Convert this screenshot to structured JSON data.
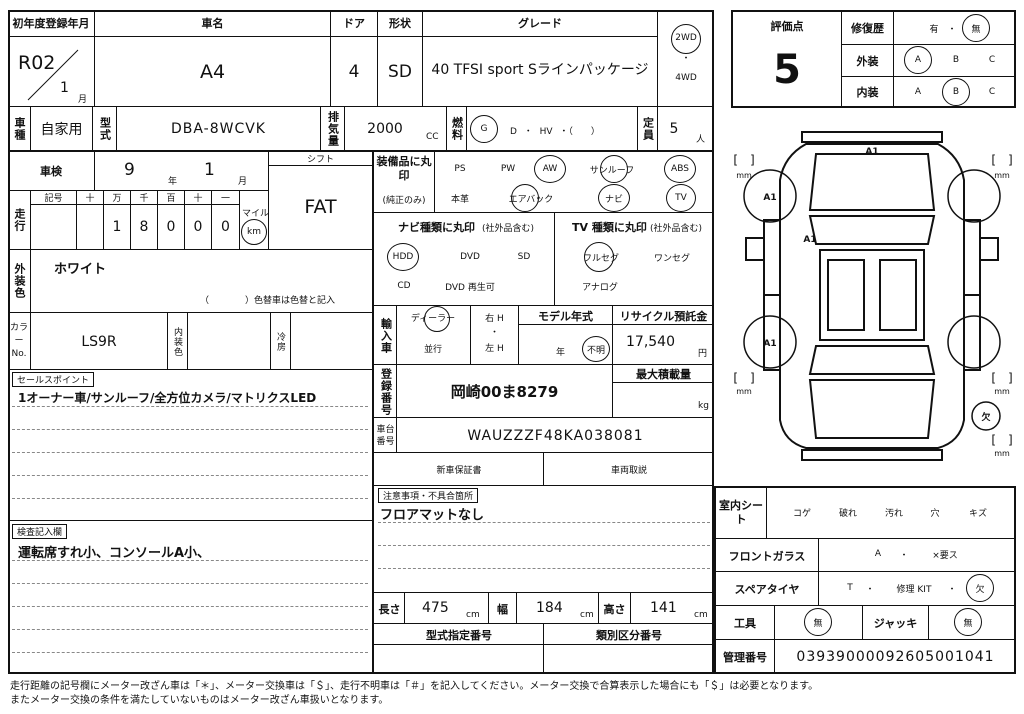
{
  "header": {
    "reg_year_label": "初年度登録年月",
    "reg_era": "R02",
    "reg_month": "1",
    "month_unit": "月",
    "name_label": "車名",
    "name": "A4",
    "door_label": "ドア",
    "door": "4",
    "shape_label": "形状",
    "shape": "SD",
    "grade_label": "グレード",
    "grade": "40 TFSI sport Sラインパッケージ",
    "drive_2wd": "2WD",
    "drive_4wd": "4WD",
    "dot": "・"
  },
  "row2": {
    "use_label": "車種",
    "use": "自家用",
    "model_label": "型式",
    "model": "DBA-8WCVK",
    "disp_label": "排気量",
    "disp": "2000",
    "cc": "CC",
    "fuel_label": "燃料",
    "fuel_g": "G",
    "fuel_rest": "D ・ HV ・（　　）",
    "cap_label": "定員",
    "cap": "5",
    "cap_unit": "人"
  },
  "inspection": {
    "label": "車検",
    "year": "9",
    "year_unit": "年",
    "month": "1",
    "month_unit": "月",
    "shift_label": "シフト",
    "shift": "FAT"
  },
  "mileage": {
    "label": "走行",
    "kigou": "記号",
    "places": [
      "十",
      "万",
      "千",
      "百",
      "十",
      "一"
    ],
    "digits": [
      "1",
      "8",
      "0",
      "0",
      "0"
    ],
    "mile": "マイル",
    "km": "km"
  },
  "color": {
    "label": "外装色",
    "value": "ホワイト",
    "note": "（　　　　）色替車は色替と記入",
    "no_label": "カラーNo.",
    "no": "LS9R",
    "interior_label": "内装色",
    "ac_label": "冷房"
  },
  "equipment": {
    "label": "装備品に丸印",
    "sub": "(純正のみ)",
    "items": [
      "PS",
      "PW",
      "AW",
      "サンルーフ",
      "ABS",
      "本革",
      "エアバック",
      "ナビ",
      "TV"
    ]
  },
  "navi": {
    "label": "ナビ種類に丸印",
    "sub": "(社外品含む)",
    "items": [
      "HDD",
      "DVD",
      "SD",
      "CD",
      "DVD 再生可"
    ]
  },
  "tv": {
    "label": "TV 種類に丸印",
    "sub": "(社外品含む)",
    "items": [
      "フルセグ",
      "ワンセグ",
      "アナログ"
    ]
  },
  "import": {
    "label": "輸入車",
    "dealer": "ディーラー",
    "parallel": "並行",
    "right": "右 H",
    "dot": "・",
    "left": "左 H",
    "year_label": "モデル年式",
    "year_unit": "年",
    "unknown": "不明",
    "recycle_label": "リサイクル預託金",
    "recycle": "17,540",
    "yen": "円"
  },
  "registration": {
    "label": "登録番号",
    "plate": "岡崎00ま8279",
    "max_label": "最大積載量",
    "kg": "kg",
    "vin_label": "車台番号",
    "vin": "WAUZZZF48KA038081",
    "warranty": "新車保証書",
    "manual": "車両取説"
  },
  "notes": {
    "label": "注意事項・不具合箇所",
    "text": "フロアマットなし"
  },
  "sales": {
    "label": "セールスポイント",
    "text": "1オーナー車/サンルーフ/全方位カメラ/マトリクスLED"
  },
  "check": {
    "label": "検査記入欄",
    "text": "運転席すれ小、コンソールA小、"
  },
  "dims": {
    "len_label": "長さ",
    "len": "475",
    "w_label": "幅",
    "w": "184",
    "h_label": "高さ",
    "h": "141",
    "cm": "cm",
    "type_label": "型式指定番号",
    "cat_label": "類別区分番号"
  },
  "score": {
    "label": "評価点",
    "value": "5",
    "repair_label": "修復歴",
    "repair_yes": "有",
    "repair_no": "無",
    "dot": "・",
    "ext_label": "外装",
    "int_label": "内装",
    "grades": [
      "A",
      "B",
      "C"
    ]
  },
  "diagram": {
    "marks": [
      "A1",
      "A1",
      "A1",
      "A1",
      "欠"
    ],
    "bracket": "[　]",
    "mm": "mm"
  },
  "interior": {
    "seat_label": "室内シート",
    "seat_items": [
      "コゲ",
      "破れ",
      "汚れ",
      "穴",
      "キズ"
    ],
    "glass_label": "フロントガラス",
    "glass_a": "A",
    "glass_dot": "・",
    "glass_need": "×要ス",
    "spare_label": "スペアタイヤ",
    "spare_t": "T",
    "spare_kit": "修理 KIT",
    "spare_none": "欠",
    "tool_label": "工具",
    "tool": "無",
    "jack_label": "ジャッキ",
    "jack": "無",
    "mgmt_label": "管理番号",
    "mgmt": "03939000092605001041"
  },
  "footer": [
    "走行距離の記号欄にメーター改ざん車は「＊」、メーター交換車は「＄」、走行不明車は「＃」を記入してください。メーター交換で合算表示した場合にも「＄」は必要となります。",
    "またメーター交換の条件を満たしていないものはメーター改ざん車扱いとなります。"
  ]
}
